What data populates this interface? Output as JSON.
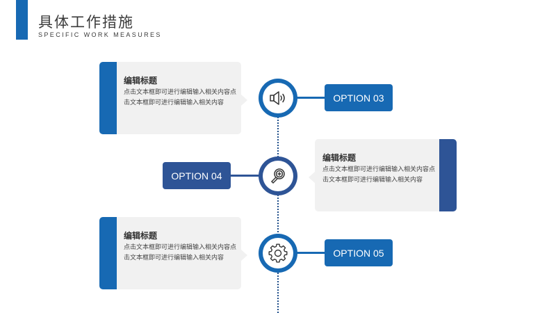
{
  "header": {
    "title": "具体工作措施",
    "subtitle": "SPECIFIC WORK MEASURES"
  },
  "colors": {
    "primary_blue": "#1769b3",
    "dark_blue": "#2e5496",
    "card_bg": "#f1f1f1"
  },
  "items": [
    {
      "card_title": "编辑标题",
      "card_text": "点击文本框即可进行编辑输入相关内容点击文本框即可进行编辑输入相关内容",
      "icon": "speaker-icon",
      "option": "OPTION 03"
    },
    {
      "card_title": "编辑标题",
      "card_text": "点击文本框即可进行编辑输入相关内容点击文本框即可进行编辑输入相关内容",
      "icon": "search-add-icon",
      "option": "OPTION 04"
    },
    {
      "card_title": "编辑标题",
      "card_text": "点击文本框即可进行编辑输入相关内容点击文本框即可进行编辑输入相关内容",
      "icon": "gear-icon",
      "option": "OPTION 05"
    }
  ]
}
